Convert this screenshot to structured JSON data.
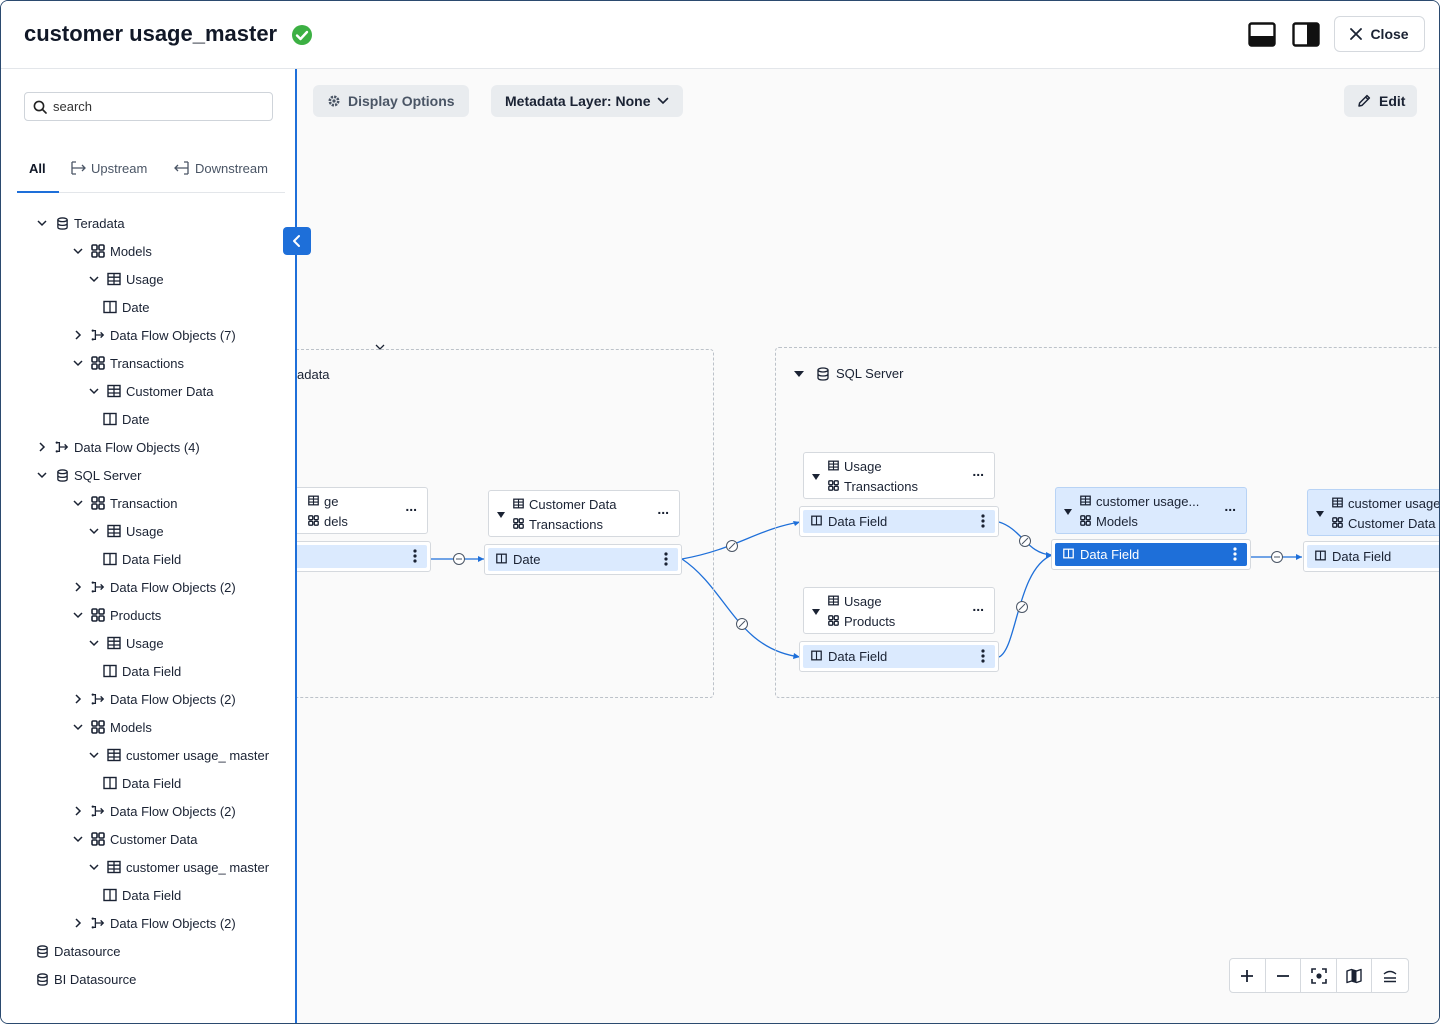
{
  "header": {
    "title": "customer usage_master",
    "close_label": "Close",
    "status_color": "#3cb043"
  },
  "sidebar": {
    "search_placeholder": "search",
    "tabs": [
      {
        "label": "All",
        "active": true
      },
      {
        "label": "Upstream"
      },
      {
        "label": "Downstream"
      }
    ],
    "tree": [
      {
        "label": "Teradata",
        "icon": "database-icon",
        "expander": "open"
      },
      {
        "label": "Models",
        "icon": "models-icon",
        "expander": "open"
      },
      {
        "label": "Usage",
        "icon": "table-icon",
        "expander": "open"
      },
      {
        "label": "Date",
        "icon": "field-icon",
        "expander": "none"
      },
      {
        "label": "Data Flow Objects (7)",
        "icon": "dataflow-icon",
        "expander": "closed"
      },
      {
        "label": "Transactions",
        "icon": "models-icon",
        "expander": "open"
      },
      {
        "label": "Customer Data",
        "icon": "table-icon",
        "expander": "open"
      },
      {
        "label": "Date",
        "icon": "field-icon",
        "expander": "none"
      },
      {
        "label": "Data Flow Objects (4)",
        "icon": "dataflow-icon",
        "expander": "closed"
      },
      {
        "label": "SQL Server",
        "icon": "database-icon",
        "expander": "open"
      },
      {
        "label": "Transaction",
        "icon": "models-icon",
        "expander": "open"
      },
      {
        "label": "Usage",
        "icon": "table-icon",
        "expander": "open"
      },
      {
        "label": "Data Field",
        "icon": "field-icon",
        "expander": "none"
      },
      {
        "label": "Data Flow Objects (2)",
        "icon": "dataflow-icon",
        "expander": "closed"
      },
      {
        "label": "Products",
        "icon": "models-icon",
        "expander": "open"
      },
      {
        "label": "Usage",
        "icon": "table-icon",
        "expander": "open"
      },
      {
        "label": "Data Field",
        "icon": "field-icon",
        "expander": "none"
      },
      {
        "label": "Data Flow Objects (2)",
        "icon": "dataflow-icon",
        "expander": "closed"
      },
      {
        "label": "Models",
        "icon": "models-icon",
        "expander": "open"
      },
      {
        "label": "customer usage_ master",
        "icon": "table-icon",
        "expander": "open"
      },
      {
        "label": "Data Field",
        "icon": "field-icon",
        "expander": "none"
      },
      {
        "label": "Data Flow Objects (2)",
        "icon": "dataflow-icon",
        "expander": "closed"
      },
      {
        "label": "Customer Data",
        "icon": "models-icon",
        "expander": "open"
      },
      {
        "label": "customer usage_ master",
        "icon": "table-icon",
        "expander": "open"
      },
      {
        "label": "Data Field",
        "icon": "field-icon",
        "expander": "none"
      },
      {
        "label": "Data Flow Objects (2)",
        "icon": "dataflow-icon",
        "expander": "closed"
      },
      {
        "label": "Datasource",
        "icon": "database-icon",
        "expander": "none"
      },
      {
        "label": "BI Datasource",
        "icon": "database-icon",
        "expander": "none"
      }
    ]
  },
  "toolbar": {
    "display_options": "Display Options",
    "metadata_layer": "Metadata Layer: None",
    "edit": "Edit"
  },
  "canvas": {
    "groups": [
      {
        "label": "adata"
      },
      {
        "label": "SQL Server"
      }
    ],
    "nodes": [
      {
        "line1": "ge",
        "line2": "dels",
        "field": "",
        "selected": false,
        "active_field": false
      },
      {
        "line1": "Customer Data",
        "line2": "Transactions",
        "field": "Date",
        "selected": false,
        "active_field": false
      },
      {
        "line1": "Usage",
        "line2": "Transactions",
        "field": "Data Field",
        "selected": false,
        "active_field": false
      },
      {
        "line1": "Usage",
        "line2": "Products",
        "field": "Data Field",
        "selected": false,
        "active_field": false
      },
      {
        "line1": "customer usage...",
        "line2": "Models",
        "field": "Data Field",
        "selected": true,
        "active_field": true
      },
      {
        "line1": "customer usage",
        "line2": "Customer Data",
        "field": "Data Field",
        "selected": true,
        "active_field": false
      }
    ],
    "node_menu_glyph": "..."
  },
  "accent_color": "#1e6fd9"
}
